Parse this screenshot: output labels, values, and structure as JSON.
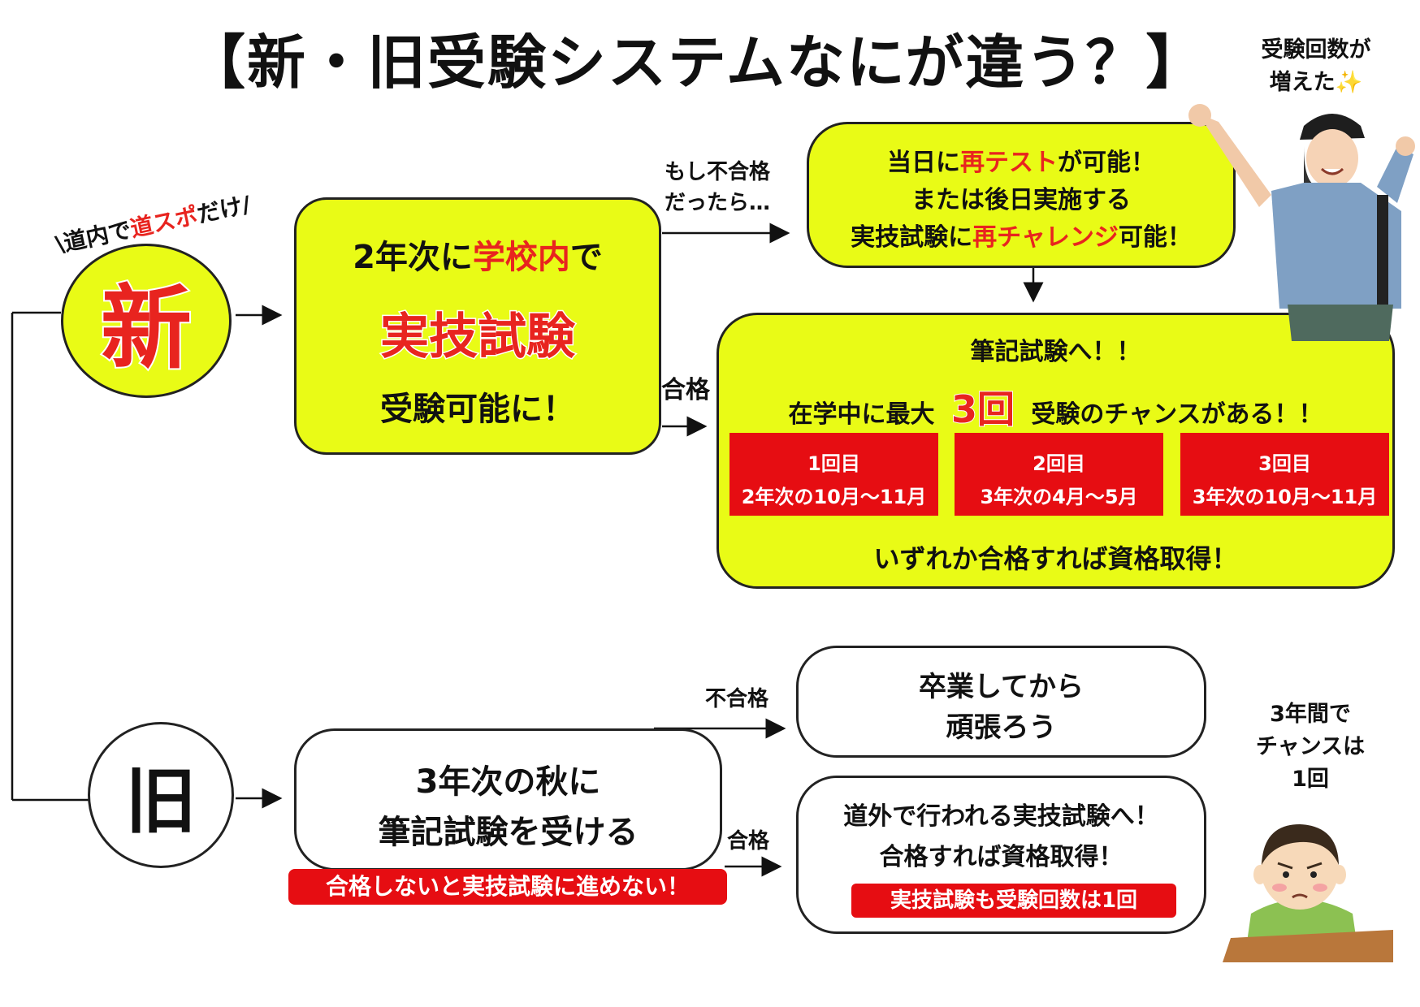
{
  "title": "【新・旧受験システムなにが違う？】",
  "colors": {
    "yellow": "#e9fb16",
    "red": "#e60d12",
    "accent_red": "#e8241f"
  },
  "new_system": {
    "tagline": {
      "prefix": "\\道内で",
      "highlight": "道スポ",
      "suffix": "だけ/"
    },
    "label": "新",
    "main_box": {
      "line1_prefix": "2年次に",
      "line1_highlight": "学校内",
      "line1_suffix": "で",
      "line2": "実技試験",
      "line3": "受験可能に！"
    },
    "fail_label": "もし不合格\nだったら…",
    "pass_label": "合格",
    "retest_box": {
      "line1_prefix": "当日に",
      "line1_highlight": "再テスト",
      "line1_suffix": "が可能！",
      "line2": "または後日実施する",
      "line3_prefix": "実技試験に",
      "line3_highlight": "再チャレンジ",
      "line3_suffix": "可能！"
    },
    "written_box": {
      "heading": "筆記試験へ！！",
      "chance_prefix": "在学中に最大",
      "chance_number": "3回",
      "chance_suffix": "受験のチャンスがある！！",
      "attempts": [
        {
          "label": "1回目",
          "period": "2年次の10月〜11月"
        },
        {
          "label": "2回目",
          "period": "3年次の4月〜5月"
        },
        {
          "label": "3回目",
          "period": "3年次の10月〜11月"
        }
      ],
      "footer": "いずれか合格すれば資格取得！"
    },
    "side_note": "受験回数が\n増えた✨",
    "photo_icon": "girl-cheering-photo"
  },
  "old_system": {
    "label": "旧",
    "main_box": {
      "line1": "3年次の秋に",
      "line2": "筆記試験を受ける"
    },
    "warning": "合格しないと実技試験に進めない！",
    "fail_label": "不合格",
    "pass_label": "合格",
    "fail_box": {
      "line1": "卒業してから",
      "line2": "頑張ろう"
    },
    "pass_box": {
      "line1": "道外で行われる実技試験へ！",
      "line2": "合格すれば資格取得！",
      "badge": "実技試験も受験回数は1回"
    },
    "side_note": "3年間で\nチャンスは\n1回",
    "illustration_icon": "worried-student-illustration"
  }
}
